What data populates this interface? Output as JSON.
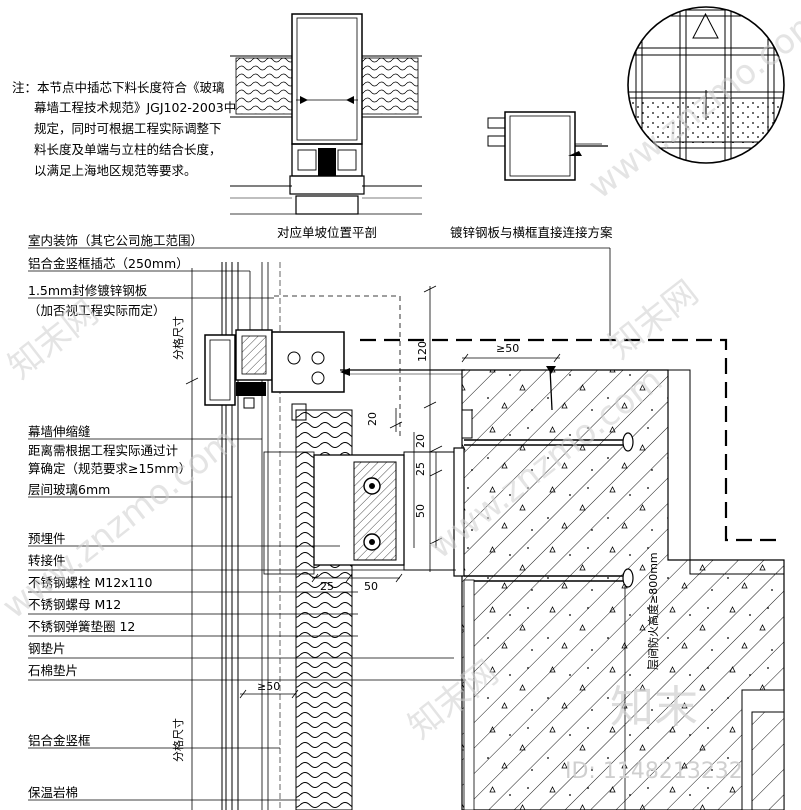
{
  "note_lines": [
    "注：本节点中插芯下料长度符合《玻璃",
    "幕墙工程技术规范》JGJ102-2003中",
    "规定，同时可根据工程实际调整下",
    "料长度及单端与立柱的结合长度，",
    "以满足上海地区规范等要求。"
  ],
  "captions": {
    "plan_section": "对应单坡位置平剖",
    "direct_connection": "镀锌钢板与横框直接连接方案"
  },
  "labels": [
    "室内装饰（其它公司施工范围）",
    "铝合金竖框插芯（250mm）",
    "1.5mm封修镀锌钢板",
    "（加否视工程实际而定）",
    "幕墙伸缩缝",
    "距离需根据工程实际通过计",
    "算确定（规范要求≥15mm）",
    "层间玻璃6mm",
    "预埋件",
    "转接件",
    "不锈钢螺栓 M12x110",
    "不锈钢螺母 M12",
    "不锈钢弹簧垫圈 12",
    "钢垫片",
    "石棉垫片",
    "铝合金竖框",
    "保温岩棉"
  ],
  "dimensions": {
    "d120": "120",
    "d20a": "20",
    "d20b": "20",
    "d25a": "25",
    "d50a": "50",
    "d25b": "25",
    "d50b": "50",
    "ge50a": "≥50",
    "ge50b": "≥50",
    "grid_size_top": "分格尺寸",
    "grid_size_bottom": "分格尺寸",
    "fire_height": "层间防火高度≥800mm"
  },
  "watermark": {
    "brand": "知末",
    "id_text": "ID: 1148213232",
    "site": "www.znzmo.com",
    "logo": "知末网"
  }
}
